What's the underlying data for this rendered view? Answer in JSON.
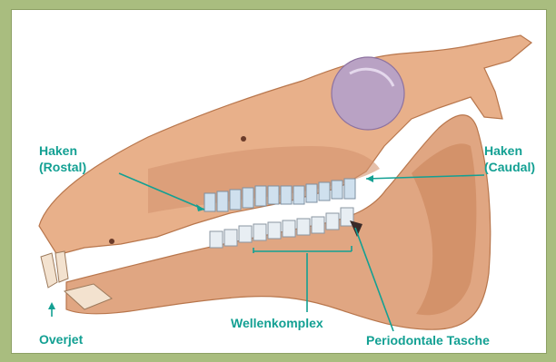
{
  "labels": {
    "hook_rostral": {
      "line1": "Haken",
      "line2": "(Rostal)"
    },
    "hook_caudal": {
      "line1": "Haken",
      "line2": "(Caudal)"
    },
    "overjet": "Overjet",
    "wave_complex": "Wellenkomplex",
    "periodontal_pocket": "Periodontale Tasche"
  },
  "colors": {
    "frame": "#a9bd7f",
    "label_text": "#13a093",
    "leader_line": "#13a093",
    "bone": "#e8b08a",
    "bone_shadow": "#c98258",
    "orbit": "#b9a2c4"
  }
}
